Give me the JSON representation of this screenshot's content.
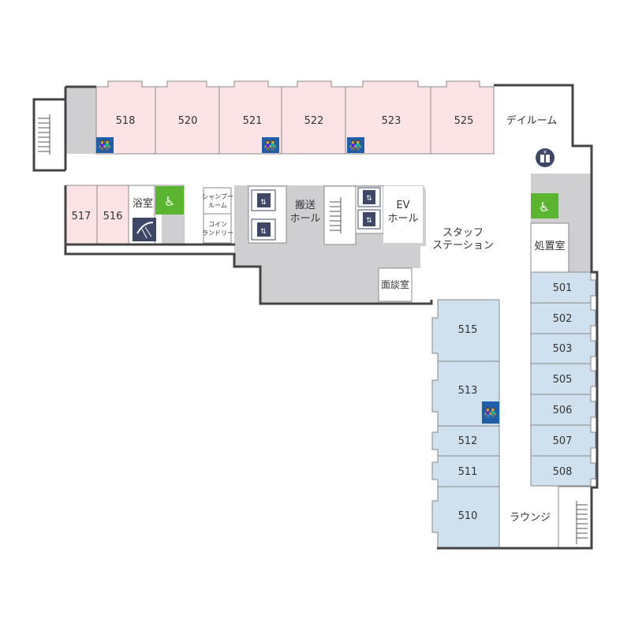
{
  "colors": {
    "pink_room": "#fbe3e6",
    "blue_room": "#cfe0ee",
    "gray_area": "#cfcfd1",
    "corridor": "#ffffff",
    "wall": "#444444",
    "toilet_blue": "#1f5ea8",
    "accessible_green": "#5cb531",
    "elevator_navy": "#3e4866"
  },
  "rooms_north": [
    {
      "id": "518",
      "label": "518"
    },
    {
      "id": "520",
      "label": "520"
    },
    {
      "id": "521",
      "label": "521"
    },
    {
      "id": "522",
      "label": "522"
    },
    {
      "id": "523",
      "label": "523"
    },
    {
      "id": "525",
      "label": "525"
    }
  ],
  "rooms_west": [
    {
      "id": "517",
      "label": "517"
    },
    {
      "id": "516",
      "label": "516"
    }
  ],
  "rooms_east": [
    {
      "id": "501",
      "label": "501"
    },
    {
      "id": "502",
      "label": "502"
    },
    {
      "id": "503",
      "label": "503"
    },
    {
      "id": "505",
      "label": "505"
    },
    {
      "id": "506",
      "label": "506"
    },
    {
      "id": "507",
      "label": "507"
    },
    {
      "id": "508",
      "label": "508"
    }
  ],
  "rooms_south": [
    {
      "id": "515",
      "label": "515"
    },
    {
      "id": "513",
      "label": "513"
    },
    {
      "id": "512",
      "label": "512"
    },
    {
      "id": "511",
      "label": "511"
    },
    {
      "id": "510",
      "label": "510"
    }
  ],
  "labels": {
    "day_room": "デイルーム",
    "bath": "浴室",
    "shampoo_line1": "シャンプー",
    "shampoo_line2": "ルーム",
    "laundry_line1": "コイン",
    "laundry_line2": "ランドリー",
    "transport_line1": "搬送",
    "transport_line2": "ホール",
    "ev_line1": "EV",
    "ev_line2": "ホール",
    "staff_line1": "スタッフ",
    "staff_line2": "ステーション",
    "interview": "面談室",
    "treatment": "処置室",
    "lounge": "ラウンジ"
  },
  "icons": [
    "toilet-icon",
    "accessible-toilet-icon",
    "shower-icon",
    "elevator-icon",
    "vending-machine-icon",
    "stairs-icon"
  ]
}
